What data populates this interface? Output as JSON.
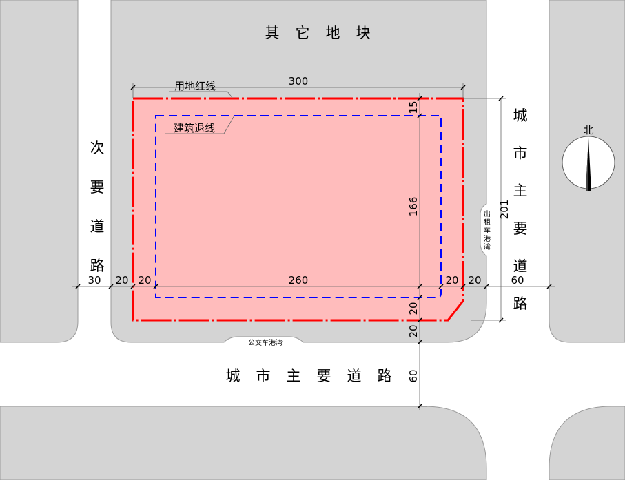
{
  "labels": {
    "north_block": "其它地块",
    "west_road": "次要道路",
    "east_road": "城市主要道路",
    "south_road": "城市主要道路",
    "red_line": "用地红线",
    "setback_line": "建筑退线",
    "taxi_bay": "出租车港湾",
    "bus_bay": "公交车港湾",
    "north": "北"
  },
  "dimensions": {
    "site_width": "300",
    "site_depth": "201",
    "setback_top": "15",
    "building_depth": "166",
    "setback_bottom": "20",
    "sidewalk_bottom": "20",
    "south_road_width": "60",
    "west_road_width": "30",
    "west_sidewalk": "20",
    "setback_left": "20",
    "building_width": "260",
    "setback_right": "20",
    "east_sidewalk": "20",
    "east_road_width": "60"
  },
  "colors": {
    "red_line": "#ff0000",
    "setback_line": "#0000ff",
    "site_fill": "#ffbcbc",
    "block": "#d4d4d4"
  }
}
